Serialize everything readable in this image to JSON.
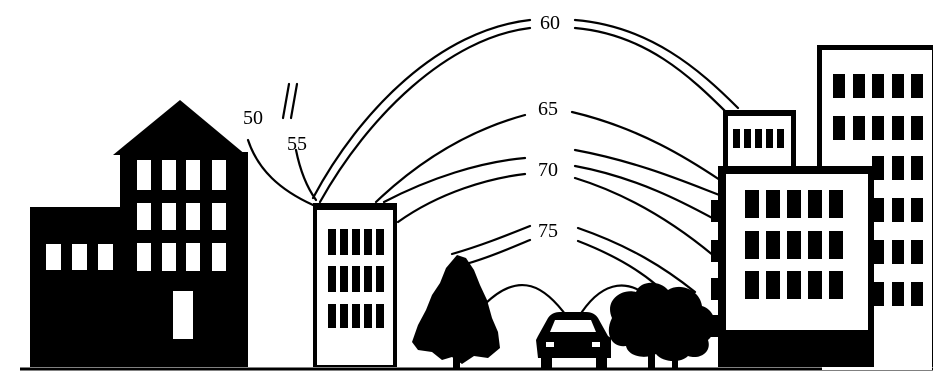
{
  "noise_levels": [
    "60",
    "65",
    "70",
    "75",
    "50",
    "55"
  ],
  "colors": {
    "ink": "#000000",
    "paper": "#ffffff"
  }
}
